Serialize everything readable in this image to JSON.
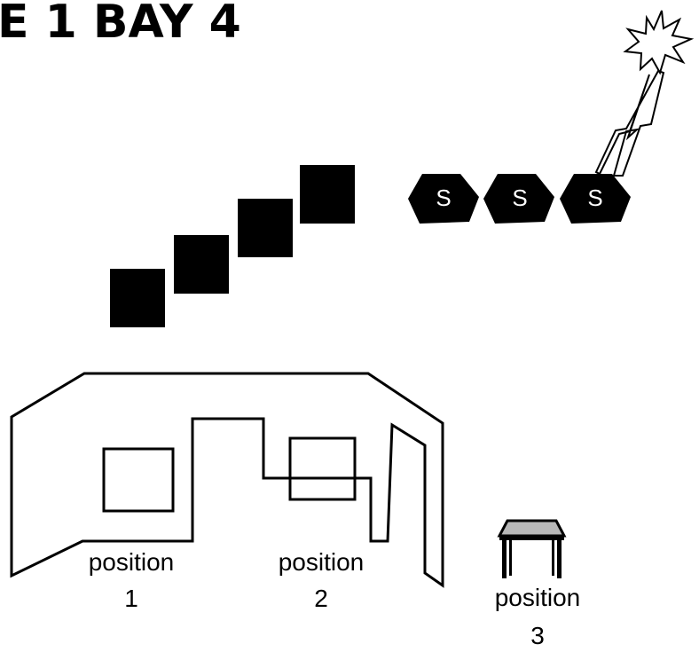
{
  "header": {
    "title": "E 1  BAY 4"
  },
  "colors": {
    "ink": "#000000",
    "paper": "#ffffff",
    "table_top": "#b8b8b8"
  },
  "icons": {
    "boxes": "box-icon",
    "s_shapes": "s-heptagon-icon",
    "burst": "explosion-icon",
    "lightning": "lightning-bolt-icon",
    "booth": "booth-structure",
    "table": "table-icon"
  },
  "s_shapes": {
    "s1": "S",
    "s2": "S",
    "s3": "S"
  },
  "positions": {
    "p1": {
      "line1": "position",
      "line2": "1"
    },
    "p2": {
      "line1": "position",
      "line2": "2"
    },
    "p3": {
      "line1": "position",
      "line2": "3"
    }
  }
}
